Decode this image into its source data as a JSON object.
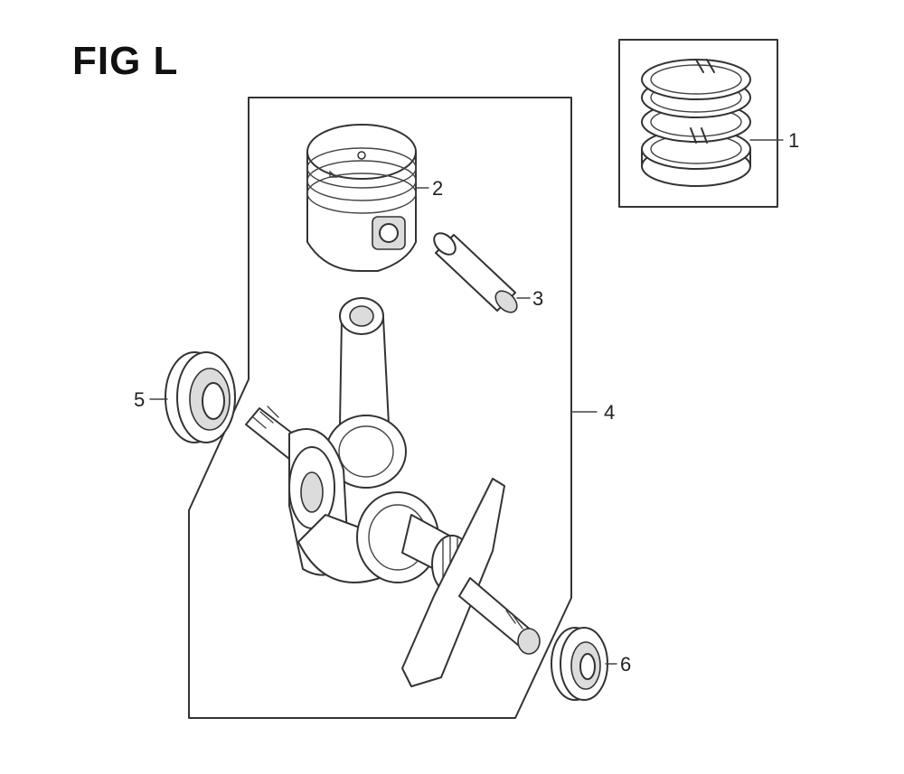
{
  "figure": {
    "title": "FIG L"
  },
  "callouts": [
    {
      "part": "piston-ring-set",
      "label": "1"
    },
    {
      "part": "piston",
      "label": "2"
    },
    {
      "part": "piston-pin",
      "label": "3"
    },
    {
      "part": "crankshaft-assembly",
      "label": "4"
    },
    {
      "part": "left-bearing",
      "label": "5"
    },
    {
      "part": "right-oil-seal",
      "label": "6"
    }
  ],
  "colors": {
    "line": "#333333",
    "background": "#ffffff"
  }
}
